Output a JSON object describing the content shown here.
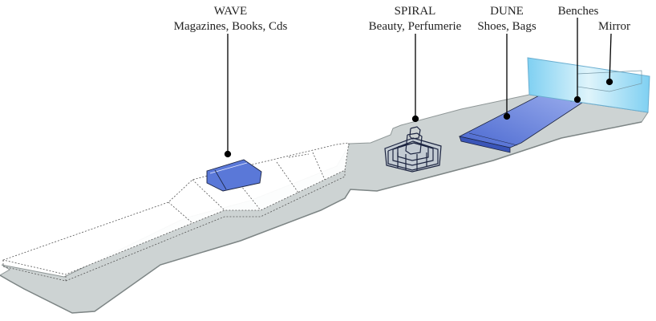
{
  "labels": {
    "wave": {
      "title": "WAVE",
      "subtitle": "Magazines, Books, Cds"
    },
    "spiral": {
      "title": "SPIRAL",
      "subtitle": "Beauty, Perfumerie"
    },
    "dune": {
      "title": "DUNE",
      "subtitle": "Shoes, Bags"
    },
    "benches": {
      "title": "Benches"
    },
    "mirror": {
      "title": "Mirror"
    }
  },
  "colors": {
    "floor": "#cdd3d3",
    "floor_edge": "#8e9696",
    "installation_fill": "#5a78d8",
    "installation_stroke": "#1c2440",
    "mirror_glass": "#aee2f6",
    "leader_line": "#000000"
  }
}
